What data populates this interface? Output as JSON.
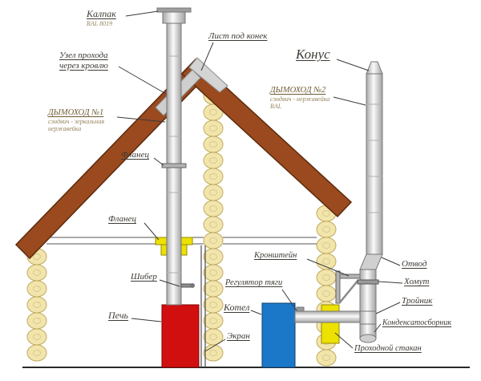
{
  "colors": {
    "roof": "#9a4a1e",
    "roof_stroke": "#5c2b0d",
    "log": "#f2e5ac",
    "log_stroke": "#c3aa5f",
    "log_ring": "#d9c98d",
    "stove": "#d10f0f",
    "boiler": "#1b78c8",
    "fitting_yellow": "#ede100",
    "label_text": "#3f3b35"
  },
  "labels": {
    "kalpak": {
      "text": "Калпак",
      "sub": "RAL 8019"
    },
    "list_pod_konek": {
      "text": "Лист под конек"
    },
    "uzel": {
      "line1": "Узел прохода",
      "line2": "через кровлю"
    },
    "konus": {
      "text": "Конус"
    },
    "dymohod1": {
      "text": "ДЫМОХОД №1",
      "sub1": "сэндвич - зеркальная",
      "sub2": "нержавейка"
    },
    "dymohod2": {
      "text": "ДЫМОХОД №2",
      "sub1": "сэндвич - нержавейка",
      "sub2": "RAL"
    },
    "flanec_top": {
      "text": "Фланец"
    },
    "flanec_ceiling": {
      "text": "Фланец"
    },
    "shiber": {
      "text": "Шибер"
    },
    "pech": {
      "text": "Печь"
    },
    "kotel": {
      "text": "Котел"
    },
    "regulator": {
      "text": "Регулятор тяги"
    },
    "ekran": {
      "text": "Экран"
    },
    "kronshtein": {
      "text": "Кронштейн"
    },
    "otvod": {
      "text": "Отвод"
    },
    "homut": {
      "text": "Хомут"
    },
    "troinik": {
      "text": "Тройник"
    },
    "kondensatosbornik": {
      "text": "Конденсатосборник"
    },
    "prohodnoi_stakan": {
      "text": "Проходной стакан"
    }
  }
}
